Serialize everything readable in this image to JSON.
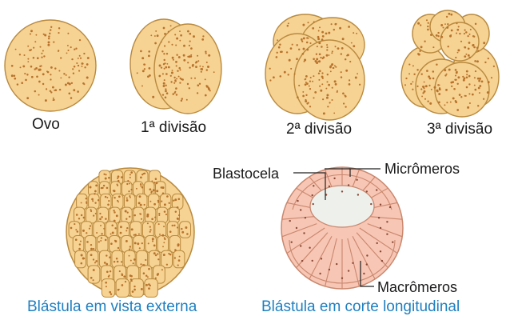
{
  "colors": {
    "egg_fill": "#f6d293",
    "egg_stroke": "#b98a3e",
    "yolk_dot": "#b8722a",
    "macromere_fill": "#f7c6b5",
    "micromere_fill": "#f2b59e",
    "cell_stroke": "#c9876d",
    "caption_blue": "#1f7fc1",
    "cavity": "#eef0ec"
  },
  "labels": {
    "ovo": "Ovo",
    "div1": "1ª divisão",
    "div2": "2ª divisão",
    "div3": "3ª divisão"
  },
  "annotations": {
    "blastocela": "Blastocela",
    "micromeros": "Micrômeros",
    "macromeros": "Macrômeros"
  },
  "captions": {
    "externa": "Blástula em vista externa",
    "corte": "Blástula em corte longitudinal"
  }
}
